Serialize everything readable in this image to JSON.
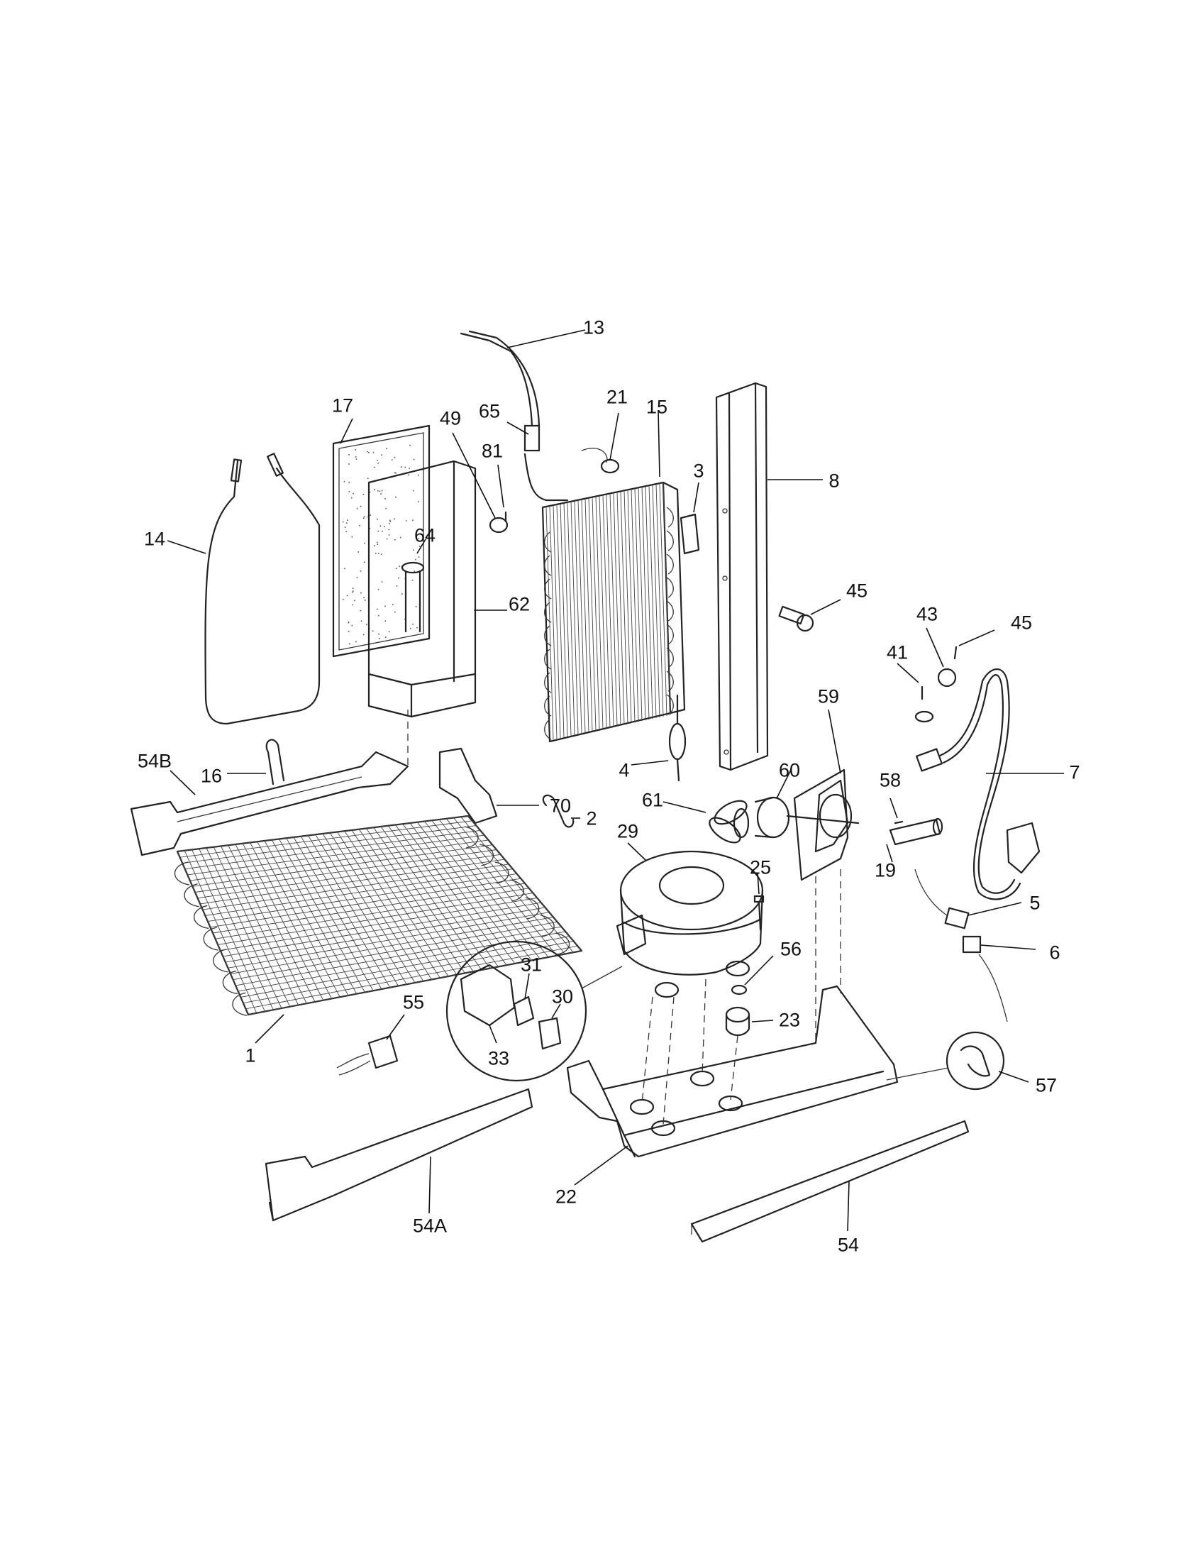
{
  "callouts": [
    {
      "id": "13",
      "text": "13"
    },
    {
      "id": "17",
      "text": "17"
    },
    {
      "id": "49",
      "text": "49"
    },
    {
      "id": "65",
      "text": "65"
    },
    {
      "id": "21",
      "text": "21"
    },
    {
      "id": "15",
      "text": "15"
    },
    {
      "id": "81",
      "text": "81"
    },
    {
      "id": "3",
      "text": "3"
    },
    {
      "id": "8",
      "text": "8"
    },
    {
      "id": "14",
      "text": "14"
    },
    {
      "id": "64",
      "text": "64"
    },
    {
      "id": "62",
      "text": "62"
    },
    {
      "id": "45a",
      "text": "45"
    },
    {
      "id": "43",
      "text": "43"
    },
    {
      "id": "45b",
      "text": "45"
    },
    {
      "id": "41",
      "text": "41"
    },
    {
      "id": "59",
      "text": "59"
    },
    {
      "id": "16",
      "text": "16"
    },
    {
      "id": "60",
      "text": "60"
    },
    {
      "id": "4",
      "text": "4"
    },
    {
      "id": "58",
      "text": "58"
    },
    {
      "id": "7",
      "text": "7"
    },
    {
      "id": "54B",
      "text": "54B"
    },
    {
      "id": "70",
      "text": "70"
    },
    {
      "id": "2",
      "text": "2"
    },
    {
      "id": "61",
      "text": "61"
    },
    {
      "id": "29",
      "text": "29"
    },
    {
      "id": "19",
      "text": "19"
    },
    {
      "id": "25",
      "text": "25"
    },
    {
      "id": "5",
      "text": "5"
    },
    {
      "id": "6",
      "text": "6"
    },
    {
      "id": "56",
      "text": "56"
    },
    {
      "id": "31",
      "text": "31"
    },
    {
      "id": "30",
      "text": "30"
    },
    {
      "id": "23",
      "text": "23"
    },
    {
      "id": "55",
      "text": "55"
    },
    {
      "id": "33",
      "text": "33"
    },
    {
      "id": "1",
      "text": "1"
    },
    {
      "id": "57",
      "text": "57"
    },
    {
      "id": "22",
      "text": "22"
    },
    {
      "id": "54A",
      "text": "54A"
    },
    {
      "id": "54",
      "text": "54"
    }
  ]
}
